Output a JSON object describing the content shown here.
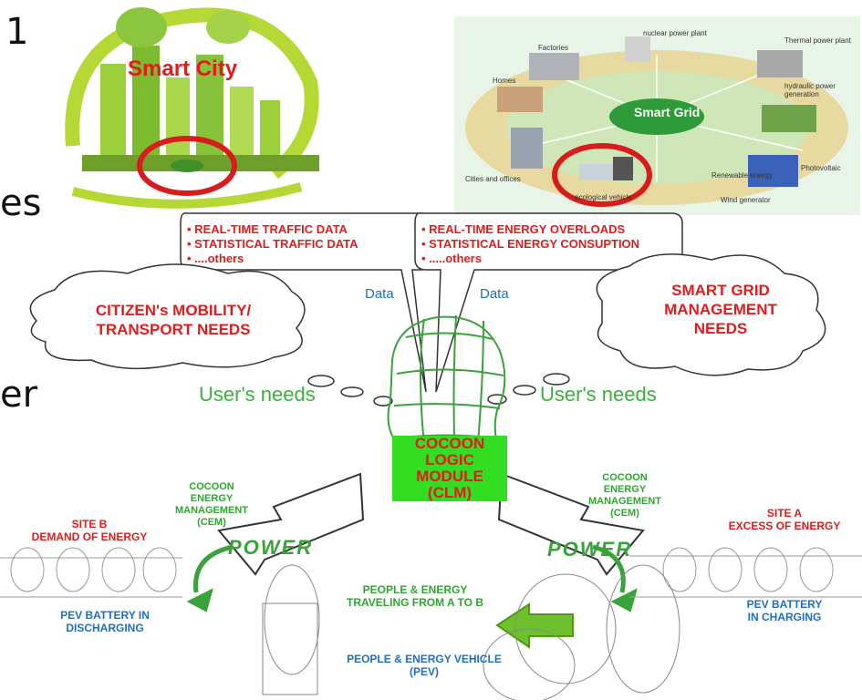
{
  "fragments": {
    "f1": "1",
    "f2": "es",
    "f3": "er"
  },
  "smart_city": {
    "title": "Smart City"
  },
  "smart_grid": {
    "center": "Smart Grid",
    "labels": {
      "factories": "Factories",
      "nuclear": "nuclear power plant",
      "thermal": "Thermal power plant",
      "homes": "Homes",
      "hydraulic": "hydraulic power generation",
      "cities": "Cities and offices",
      "ecological": "ecological vehicle",
      "renewable": "Renewable energy",
      "photovoltaic": "Photovoltaic",
      "wind": "Wind generator"
    }
  },
  "bubble_left": {
    "items": [
      "REAL-TIME TRAFFIC DATA",
      "STATISTICAL TRAFFIC DATA",
      "....others"
    ]
  },
  "bubble_right": {
    "items": [
      "REAL-TIME ENERGY OVERLOADS",
      "STATISTICAL ENERGY CONSUPTION",
      ".....others"
    ]
  },
  "data_labels": {
    "left": "Data",
    "right": "Data"
  },
  "cloud_left": {
    "line1": "CITIZEN's MOBILITY/",
    "line2": "TRANSPORT NEEDS"
  },
  "cloud_right": {
    "line1": "SMART GRID",
    "line2": "MANAGEMENT",
    "line3": "NEEDS"
  },
  "users_needs": {
    "left": "User's needs",
    "right": "User's  needs"
  },
  "clm": {
    "line1": "COCOON",
    "line2": "LOGIC MODULE",
    "line3": "(CLM)"
  },
  "cem_left": {
    "line1": "COCOON",
    "line2": "ENERGY",
    "line3": "MANAGEMENT",
    "line4": "(CEM)"
  },
  "cem_right": {
    "line1": "COCOON",
    "line2": "ENERGY",
    "line3": "MANAGEMENT",
    "line4": "(CEM)"
  },
  "site_b": {
    "line1": "SITE B",
    "line2": "DEMAND OF ENERGY"
  },
  "site_a": {
    "line1": "SITE A",
    "line2": "EXCESS OF ENERGY"
  },
  "pev_left": {
    "line1": "PEV BATTERY IN",
    "line2": "DISCHARGING"
  },
  "pev_right": {
    "line1": "PEV BATTERY",
    "line2": "IN CHARGING"
  },
  "travel": {
    "line1": "PEOPLE & ENERGY",
    "line2": "TRAVELING FROM A TO B"
  },
  "vehicle": {
    "line1": "PEOPLE & ENERGY VEHICLE",
    "line2": "(PEV)"
  },
  "power": {
    "left": "POWER",
    "right": "POWER"
  },
  "colors": {
    "red": "#e21b1b",
    "blue": "#1f6ec4",
    "green": "#2ea52e",
    "clm_bg": "#33dd22"
  }
}
